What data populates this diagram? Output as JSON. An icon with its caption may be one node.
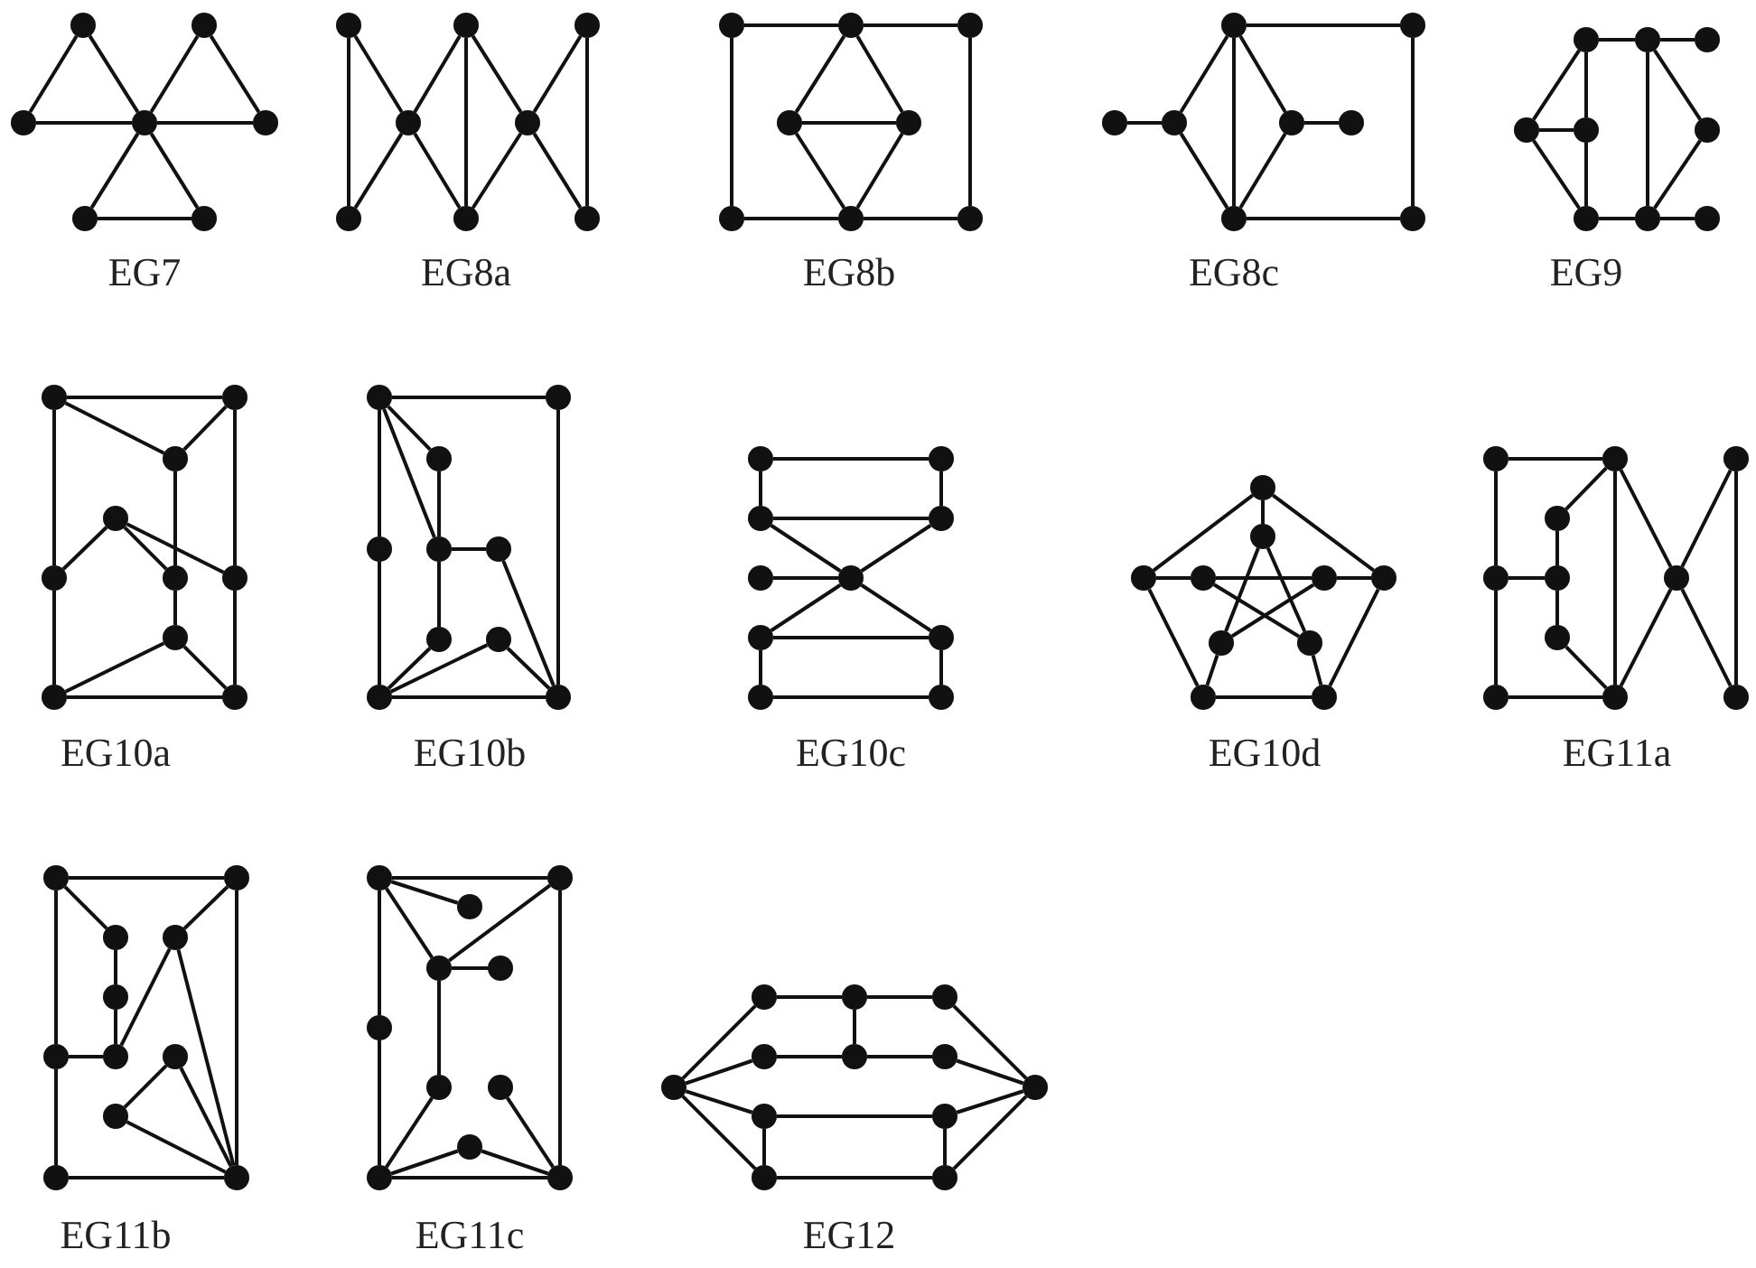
{
  "diagram": {
    "nodes": [
      {
        "text": [],
        "shape": "circle"
      },
      {
        "text": [],
        "shape": "circle"
      },
      {
        "text": [],
        "shape": "circle"
      },
      {
        "text": [],
        "shape": "circle"
      },
      {
        "text": [],
        "shape": "circle"
      },
      {
        "text": [],
        "shape": "circle"
      },
      {
        "text": [],
        "shape": "circle"
      },
      {
        "text": [],
        "shape": "circle"
      },
      {
        "text": [],
        "shape": "circle"
      },
      {
        "text": [],
        "shape": "circle"
      },
      {
        "text": [],
        "shape": "circle"
      },
      {
        "text": [],
        "shape": "circle"
      },
      {
        "text": [],
        "shape": "circle"
      },
      {
        "text": [],
        "shape": "circle"
      },
      {
        "text": [],
        "shape": "circle"
      },
      {
        "text": [],
        "shape": "circle"
      },
      {
        "text": [],
        "shape": "circle"
      },
      {
        "text": [],
        "shape": "circle"
      },
      {
        "text": [],
        "shape": "circle"
      },
      {
        "text": [],
        "shape": "circle"
      },
      {
        "text": [],
        "shape": "circle"
      },
      {
        "text": [],
        "shape": "circle"
      },
      {
        "text": [],
        "shape": "circle"
      },
      {
        "text": [],
        "shape": "circle"
      },
      {
        "text": [],
        "shape": "circle"
      },
      {
        "text": [],
        "shape": "circle"
      },
      {
        "text": [],
        "shape": "circle"
      },
      {
        "text": [],
        "shape": "circle"
      },
      {
        "text": [],
        "shape": "circle"
      },
      {
        "text": [],
        "shape": "circle"
      },
      {
        "text": [],
        "shape": "circle"
      },
      {
        "text": [],
        "shape": "circle"
      },
      {
        "text": [],
        "shape": "circle"
      },
      {
        "text": [],
        "shape": "circle"
      },
      {
        "text": [],
        "shape": "circle"
      },
      {
        "text": [],
        "shape": "circle"
      },
      {
        "text": [],
        "shape": "circle"
      },
      {
        "text": [],
        "shape": "circle"
      },
      {
        "text": [],
        "shape": "circle"
      },
      {
        "text": [],
        "shape": "circle"
      },
      {
        "text": [],
        "shape": "circle"
      },
      {
        "text": [],
        "shape": "circle"
      },
      {
        "text": [],
        "shape": "circle"
      },
      {
        "text": [],
        "shape": "circle"
      },
      {
        "text": [],
        "shape": "circle"
      },
      {
        "text": [],
        "shape": "circle"
      },
      {
        "text": [],
        "shape": "circle"
      },
      {
        "text": [],
        "shape": "circle"
      },
      {
        "text": [],
        "shape": "circle"
      },
      {
        "text": [],
        "shape": "circle"
      },
      {
        "text": [],
        "shape": "circle"
      },
      {
        "text": [],
        "shape": "circle"
      },
      {
        "text": [],
        "shape": "circle"
      },
      {
        "text": [],
        "shape": "circle"
      },
      {
        "text": [],
        "shape": "circle"
      },
      {
        "text": [],
        "shape": "circle"
      },
      {
        "text": [],
        "shape": "circle"
      },
      {
        "text": [],
        "shape": "circle"
      },
      {
        "text": [],
        "shape": "circle"
      },
      {
        "text": [],
        "shape": "circle"
      },
      {
        "text": [],
        "shape": "circle"
      },
      {
        "text": [],
        "shape": "circle"
      },
      {
        "text": [],
        "shape": "circle"
      },
      {
        "text": [],
        "shape": "circle"
      },
      {
        "text": [],
        "shape": "circle"
      },
      {
        "text": [],
        "shape": "circle"
      },
      {
        "text": [],
        "shape": "circle"
      },
      {
        "text": [],
        "shape": "circle"
      },
      {
        "text": [],
        "shape": "circle"
      },
      {
        "text": [],
        "shape": "circle"
      },
      {
        "text": [],
        "shape": "circle"
      },
      {
        "text": [],
        "shape": "circle"
      },
      {
        "text": [],
        "shape": "circle"
      },
      {
        "text": [],
        "shape": "circle"
      },
      {
        "text": [],
        "shape": "circle"
      },
      {
        "text": [],
        "shape": "circle"
      },
      {
        "text": [],
        "shape": "circle"
      },
      {
        "text": [],
        "shape": "circle"
      },
      {
        "text": [],
        "shape": "circle"
      },
      {
        "text": [],
        "shape": "circle"
      },
      {
        "text": [],
        "shape": "circle"
      },
      {
        "text": [],
        "shape": "circle"
      },
      {
        "text": [],
        "shape": "circle"
      },
      {
        "text": [],
        "shape": "circle"
      },
      {
        "text": [],
        "shape": "circle"
      },
      {
        "text": [],
        "shape": "circle"
      },
      {
        "text": [],
        "shape": "circle"
      },
      {
        "text": [],
        "shape": "circle"
      },
      {
        "text": [],
        "shape": "circle"
      },
      {
        "text": [],
        "shape": "circle"
      },
      {
        "text": [],
        "shape": "circle"
      },
      {
        "text": [],
        "shape": "circle"
      },
      {
        "text": [],
        "shape": "circle"
      },
      {
        "text": [],
        "shape": "circle"
      },
      {
        "text": [],
        "shape": "circle"
      },
      {
        "text": [],
        "shape": "circle"
      },
      {
        "text": [],
        "shape": "circle"
      },
      {
        "text": [],
        "shape": "circle"
      },
      {
        "text": [],
        "shape": "circle"
      },
      {
        "text": [],
        "shape": "circle"
      },
      {
        "text": [],
        "shape": "circle"
      },
      {
        "text": [],
        "shape": "circle"
      },
      {
        "text": [],
        "shape": "circle"
      },
      {
        "text": [],
        "shape": "circle"
      },
      {
        "text": [],
        "shape": "circle"
      },
      {
        "text": [],
        "shape": "circle"
      },
      {
        "text": [],
        "shape": "circle"
      },
      {
        "text": [],
        "shape": "circle"
      },
      {
        "text": [],
        "shape": "circle"
      },
      {
        "text": [],
        "shape": "circle"
      },
      {
        "text": [],
        "shape": "circle"
      },
      {
        "text": [],
        "shape": "circle"
      },
      {
        "text": [],
        "shape": "circle"
      },
      {
        "text": [],
        "shape": "circle"
      },
      {
        "text": [],
        "shape": "circle"
      },
      {
        "text": [],
        "shape": "circle"
      },
      {
        "text": [],
        "shape": "circle"
      },
      {
        "text": [],
        "shape": "circle"
      },
      {
        "text": [],
        "shape": "circle"
      },
      {
        "text": [],
        "shape": "circle"
      },
      {
        "text": [],
        "shape": "circle"
      },
      {
        "text": [],
        "shape": "circle"
      },
      {
        "text": [],
        "shape": "circle"
      },
      {
        "text": [],
        "shape": "circle"
      },
      {
        "text": [],
        "shape": "circle"
      }
    ],
    "edges": [
      {
        "from": 0,
        "to": 2,
        "arrow": "none"
      },
      {
        "from": 0,
        "to": 3,
        "arrow": "none"
      },
      {
        "from": 2,
        "to": 3,
        "arrow": "none"
      },
      {
        "from": 1,
        "to": 3,
        "arrow": "none"
      },
      {
        "from": 1,
        "to": 4,
        "arrow": "none"
      },
      {
        "from": 3,
        "to": 4,
        "arrow": "none"
      },
      {
        "from": 3,
        "to": 5,
        "arrow": "none"
      },
      {
        "from": 3,
        "to": 6,
        "arrow": "none"
      },
      {
        "from": 5,
        "to": 6,
        "arrow": "none"
      },
      {
        "from": 7,
        "to": 12,
        "arrow": "none"
      },
      {
        "from": 7,
        "to": 10,
        "arrow": "none"
      },
      {
        "from": 10,
        "to": 12,
        "arrow": "none"
      },
      {
        "from": 10,
        "to": 8,
        "arrow": "none"
      },
      {
        "from": 10,
        "to": 13,
        "arrow": "none"
      },
      {
        "from": 8,
        "to": 13,
        "arrow": "none"
      },
      {
        "from": 8,
        "to": 11,
        "arrow": "none"
      },
      {
        "from": 11,
        "to": 13,
        "arrow": "none"
      },
      {
        "from": 11,
        "to": 9,
        "arrow": "none"
      },
      {
        "from": 11,
        "to": 14,
        "arrow": "none"
      },
      {
        "from": 9,
        "to": 14,
        "arrow": "none"
      },
      {
        "from": 15,
        "to": 16,
        "arrow": "none"
      },
      {
        "from": 16,
        "to": 17,
        "arrow": "none"
      },
      {
        "from": 15,
        "to": 20,
        "arrow": "none"
      },
      {
        "from": 17,
        "to": 22,
        "arrow": "none"
      },
      {
        "from": 20,
        "to": 21,
        "arrow": "none"
      },
      {
        "from": 21,
        "to": 22,
        "arrow": "none"
      },
      {
        "from": 16,
        "to": 18,
        "arrow": "none"
      },
      {
        "from": 16,
        "to": 19,
        "arrow": "none"
      },
      {
        "from": 18,
        "to": 19,
        "arrow": "none"
      },
      {
        "from": 18,
        "to": 21,
        "arrow": "none"
      },
      {
        "from": 19,
        "to": 21,
        "arrow": "none"
      },
      {
        "from": 25,
        "to": 26,
        "arrow": "none"
      },
      {
        "from": 26,
        "to": 23,
        "arrow": "none"
      },
      {
        "from": 26,
        "to": 29,
        "arrow": "none"
      },
      {
        "from": 23,
        "to": 29,
        "arrow": "none"
      },
      {
        "from": 23,
        "to": 27,
        "arrow": "none"
      },
      {
        "from": 27,
        "to": 29,
        "arrow": "none"
      },
      {
        "from": 27,
        "to": 28,
        "arrow": "none"
      },
      {
        "from": 23,
        "to": 24,
        "arrow": "none"
      },
      {
        "from": 24,
        "to": 30,
        "arrow": "none"
      },
      {
        "from": 29,
        "to": 30,
        "arrow": "none"
      },
      {
        "from": 31,
        "to": 32,
        "arrow": "none"
      },
      {
        "from": 32,
        "to": 33,
        "arrow": "none"
      },
      {
        "from": 31,
        "to": 34,
        "arrow": "none"
      },
      {
        "from": 31,
        "to": 35,
        "arrow": "none"
      },
      {
        "from": 35,
        "to": 37,
        "arrow": "none"
      },
      {
        "from": 34,
        "to": 35,
        "arrow": "none"
      },
      {
        "from": 34,
        "to": 37,
        "arrow": "none"
      },
      {
        "from": 37,
        "to": 38,
        "arrow": "none"
      },
      {
        "from": 38,
        "to": 39,
        "arrow": "none"
      },
      {
        "from": 32,
        "to": 38,
        "arrow": "none"
      },
      {
        "from": 32,
        "to": 36,
        "arrow": "none"
      },
      {
        "from": 36,
        "to": 38,
        "arrow": "none"
      },
      {
        "from": 40,
        "to": 41,
        "arrow": "none"
      },
      {
        "from": 40,
        "to": 42,
        "arrow": "none"
      },
      {
        "from": 41,
        "to": 42,
        "arrow": "none"
      },
      {
        "from": 40,
        "to": 44,
        "arrow": "none"
      },
      {
        "from": 41,
        "to": 46,
        "arrow": "none"
      },
      {
        "from": 42,
        "to": 45,
        "arrow": "none"
      },
      {
        "from": 45,
        "to": 47,
        "arrow": "none"
      },
      {
        "from": 43,
        "to": 44,
        "arrow": "none"
      },
      {
        "from": 43,
        "to": 45,
        "arrow": "none"
      },
      {
        "from": 43,
        "to": 46,
        "arrow": "none"
      },
      {
        "from": 44,
        "to": 48,
        "arrow": "none"
      },
      {
        "from": 46,
        "to": 49,
        "arrow": "none"
      },
      {
        "from": 47,
        "to": 48,
        "arrow": "none"
      },
      {
        "from": 47,
        "to": 49,
        "arrow": "none"
      },
      {
        "from": 48,
        "to": 49,
        "arrow": "none"
      },
      {
        "from": 50,
        "to": 51,
        "arrow": "none"
      },
      {
        "from": 50,
        "to": 52,
        "arrow": "none"
      },
      {
        "from": 50,
        "to": 54,
        "arrow": "none"
      },
      {
        "from": 50,
        "to": 53,
        "arrow": "none"
      },
      {
        "from": 53,
        "to": 58,
        "arrow": "none"
      },
      {
        "from": 51,
        "to": 59,
        "arrow": "none"
      },
      {
        "from": 52,
        "to": 54,
        "arrow": "none"
      },
      {
        "from": 54,
        "to": 55,
        "arrow": "none"
      },
      {
        "from": 54,
        "to": 56,
        "arrow": "none"
      },
      {
        "from": 55,
        "to": 59,
        "arrow": "none"
      },
      {
        "from": 56,
        "to": 58,
        "arrow": "none"
      },
      {
        "from": 57,
        "to": 58,
        "arrow": "none"
      },
      {
        "from": 57,
        "to": 59,
        "arrow": "none"
      },
      {
        "from": 58,
        "to": 59,
        "arrow": "none"
      },
      {
        "from": 60,
        "to": 61,
        "arrow": "none"
      },
      {
        "from": 60,
        "to": 62,
        "arrow": "none"
      },
      {
        "from": 61,
        "to": 63,
        "arrow": "none"
      },
      {
        "from": 62,
        "to": 63,
        "arrow": "none"
      },
      {
        "from": 62,
        "to": 65,
        "arrow": "none"
      },
      {
        "from": 63,
        "to": 65,
        "arrow": "none"
      },
      {
        "from": 64,
        "to": 65,
        "arrow": "none"
      },
      {
        "from": 65,
        "to": 66,
        "arrow": "none"
      },
      {
        "from": 65,
        "to": 67,
        "arrow": "none"
      },
      {
        "from": 66,
        "to": 67,
        "arrow": "none"
      },
      {
        "from": 66,
        "to": 68,
        "arrow": "none"
      },
      {
        "from": 67,
        "to": 69,
        "arrow": "none"
      },
      {
        "from": 68,
        "to": 69,
        "arrow": "none"
      },
      {
        "from": 70,
        "to": 72,
        "arrow": "none"
      },
      {
        "from": 70,
        "to": 75,
        "arrow": "none"
      },
      {
        "from": 72,
        "to": 78,
        "arrow": "none"
      },
      {
        "from": 75,
        "to": 79,
        "arrow": "none"
      },
      {
        "from": 78,
        "to": 79,
        "arrow": "none"
      },
      {
        "from": 70,
        "to": 71,
        "arrow": "none"
      },
      {
        "from": 72,
        "to": 73,
        "arrow": "none"
      },
      {
        "from": 74,
        "to": 75,
        "arrow": "none"
      },
      {
        "from": 76,
        "to": 78,
        "arrow": "none"
      },
      {
        "from": 77,
        "to": 79,
        "arrow": "none"
      },
      {
        "from": 71,
        "to": 76,
        "arrow": "none"
      },
      {
        "from": 71,
        "to": 77,
        "arrow": "none"
      },
      {
        "from": 73,
        "to": 74,
        "arrow": "none"
      },
      {
        "from": 73,
        "to": 77,
        "arrow": "none"
      },
      {
        "from": 74,
        "to": 76,
        "arrow": "none"
      },
      {
        "from": 80,
        "to": 81,
        "arrow": "none"
      },
      {
        "from": 80,
        "to": 84,
        "arrow": "none"
      },
      {
        "from": 84,
        "to": 88,
        "arrow": "none"
      },
      {
        "from": 88,
        "to": 89,
        "arrow": "none"
      },
      {
        "from": 84,
        "to": 85,
        "arrow": "none"
      },
      {
        "from": 83,
        "to": 85,
        "arrow": "none"
      },
      {
        "from": 85,
        "to": 87,
        "arrow": "none"
      },
      {
        "from": 83,
        "to": 81,
        "arrow": "none"
      },
      {
        "from": 87,
        "to": 89,
        "arrow": "none"
      },
      {
        "from": 81,
        "to": 89,
        "arrow": "none"
      },
      {
        "from": 81,
        "to": 86,
        "arrow": "none"
      },
      {
        "from": 86,
        "to": 89,
        "arrow": "none"
      },
      {
        "from": 82,
        "to": 86,
        "arrow": "none"
      },
      {
        "from": 86,
        "to": 90,
        "arrow": "none"
      },
      {
        "from": 82,
        "to": 90,
        "arrow": "none"
      },
      {
        "from": 91,
        "to": 92,
        "arrow": "none"
      },
      {
        "from": 91,
        "to": 93,
        "arrow": "none"
      },
      {
        "from": 92,
        "to": 94,
        "arrow": "none"
      },
      {
        "from": 91,
        "to": 96,
        "arrow": "none"
      },
      {
        "from": 96,
        "to": 100,
        "arrow": "none"
      },
      {
        "from": 92,
        "to": 101,
        "arrow": "none"
      },
      {
        "from": 93,
        "to": 95,
        "arrow": "none"
      },
      {
        "from": 95,
        "to": 97,
        "arrow": "none"
      },
      {
        "from": 96,
        "to": 97,
        "arrow": "none"
      },
      {
        "from": 97,
        "to": 94,
        "arrow": "none"
      },
      {
        "from": 94,
        "to": 101,
        "arrow": "none"
      },
      {
        "from": 98,
        "to": 99,
        "arrow": "none"
      },
      {
        "from": 98,
        "to": 101,
        "arrow": "none"
      },
      {
        "from": 99,
        "to": 101,
        "arrow": "none"
      },
      {
        "from": 100,
        "to": 101,
        "arrow": "none"
      },
      {
        "from": 102,
        "to": 103,
        "arrow": "none"
      },
      {
        "from": 102,
        "to": 104,
        "arrow": "none"
      },
      {
        "from": 102,
        "to": 105,
        "arrow": "none"
      },
      {
        "from": 103,
        "to": 105,
        "arrow": "none"
      },
      {
        "from": 105,
        "to": 106,
        "arrow": "none"
      },
      {
        "from": 105,
        "to": 108,
        "arrow": "none"
      },
      {
        "from": 102,
        "to": 107,
        "arrow": "none"
      },
      {
        "from": 107,
        "to": 111,
        "arrow": "none"
      },
      {
        "from": 103,
        "to": 112,
        "arrow": "none"
      },
      {
        "from": 108,
        "to": 111,
        "arrow": "none"
      },
      {
        "from": 110,
        "to": 111,
        "arrow": "none"
      },
      {
        "from": 110,
        "to": 112,
        "arrow": "none"
      },
      {
        "from": 109,
        "to": 112,
        "arrow": "none"
      },
      {
        "from": 111,
        "to": 112,
        "arrow": "none"
      },
      {
        "from": 113,
        "to": 114,
        "arrow": "none"
      },
      {
        "from": 114,
        "to": 115,
        "arrow": "none"
      },
      {
        "from": 114,
        "to": 117,
        "arrow": "none"
      },
      {
        "from": 116,
        "to": 117,
        "arrow": "none"
      },
      {
        "from": 117,
        "to": 118,
        "arrow": "none"
      },
      {
        "from": 119,
        "to": 113,
        "arrow": "none"
      },
      {
        "from": 119,
        "to": 116,
        "arrow": "none"
      },
      {
        "from": 119,
        "to": 121,
        "arrow": "none"
      },
      {
        "from": 119,
        "to": 123,
        "arrow": "none"
      },
      {
        "from": 115,
        "to": 120,
        "arrow": "none"
      },
      {
        "from": 118,
        "to": 120,
        "arrow": "none"
      },
      {
        "from": 122,
        "to": 120,
        "arrow": "none"
      },
      {
        "from": 124,
        "to": 120,
        "arrow": "none"
      },
      {
        "from": 121,
        "to": 122,
        "arrow": "none"
      },
      {
        "from": 121,
        "to": 123,
        "arrow": "none"
      },
      {
        "from": 122,
        "to": 124,
        "arrow": "none"
      },
      {
        "from": 123,
        "to": 124,
        "arrow": "none"
      }
    ],
    "labels": [
      "EG7",
      "EG8a",
      "EG8b",
      "EG8c",
      "EG9",
      "EG10a",
      "EG10b",
      "EG10c",
      "EG10d",
      "EG11a",
      "EG11b",
      "EG11c",
      "EG12"
    ]
  }
}
